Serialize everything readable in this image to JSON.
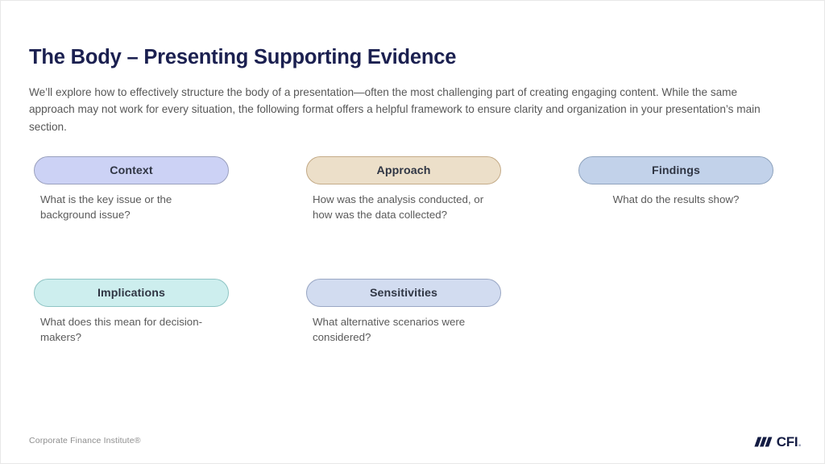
{
  "slide": {
    "title": "The Body – Presenting Supporting Evidence",
    "intro": "We’ll explore how to effectively structure the body of a presentation—often the most challenging part of creating engaging content. While the same approach may not work for every situation, the following format offers a helpful framework to ensure clarity and organization in your presentation’s main section.",
    "title_color": "#1b2050",
    "body_color": "#575757",
    "background": "#ffffff"
  },
  "cards": [
    {
      "label": "Context",
      "description": "What is the key issue or the background issue?",
      "fill": "#ccd2f5",
      "border": "#9aa0bd",
      "text_color": "#303644",
      "align": "left"
    },
    {
      "label": "Approach",
      "description": "How was the analysis conducted, or how was the data collected?",
      "fill": "#ecdfc9",
      "border": "#c4ab88",
      "text_color": "#303644",
      "align": "left"
    },
    {
      "label": "Findings",
      "description": "What do the results show?",
      "fill": "#c2d2ea",
      "border": "#8fa3bd",
      "text_color": "#303644",
      "align": "center"
    },
    {
      "label": "Implications",
      "description": "What does this mean for decision-makers?",
      "fill": "#cdeeee",
      "border": "#8fc4c4",
      "text_color": "#303644",
      "align": "left"
    },
    {
      "label": "Sensitivities",
      "description": "What alternative scenarios were considered?",
      "fill": "#d2dcf0",
      "border": "#9aa7c4",
      "text_color": "#303644",
      "align": "left"
    }
  ],
  "footer": {
    "attribution": "Corporate Finance Institute®",
    "logo_text": "CFI",
    "logo_dot": ".",
    "logo_color": "#141c43"
  }
}
